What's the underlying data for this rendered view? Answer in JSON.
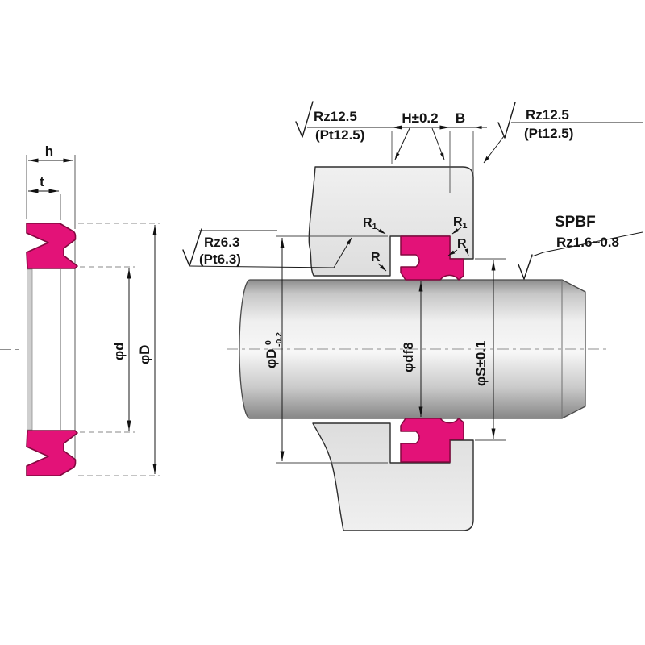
{
  "colors": {
    "seal_pink": "#e31278",
    "seal_outline": "#82093f",
    "housing_gray": "#e8e8e8",
    "metal_light": "#f6f6f6",
    "metal_dark": "#8f8f8f",
    "line": "#1a1a1a"
  },
  "left_view": {
    "dim_h": "h",
    "dim_t": "t",
    "dim_phi_d": "φd",
    "dim_phi_D": "φD"
  },
  "right_view": {
    "surface_callouts": {
      "left": {
        "line1": "Rz12.5",
        "line2": "(Pt12.5)"
      },
      "right": {
        "line1": "Rz12.5",
        "line2": "(Pt12.5)"
      },
      "bore": {
        "line1": "Rz6.3",
        "line2": "(Pt6.3)"
      },
      "shaft": {
        "line1": "SPBF",
        "line2": "Rz1.6~0.8"
      }
    },
    "dims": {
      "groove_width": "H±0.2",
      "land_width": "B",
      "R1_main": "R",
      "R1_sub": "1",
      "R": "R",
      "phi_D_main": "φD",
      "phi_D_sup": "0",
      "phi_D_sub": "-0.2",
      "shaft_dia": "φdf8",
      "step_dia": "φS±0.1"
    }
  }
}
